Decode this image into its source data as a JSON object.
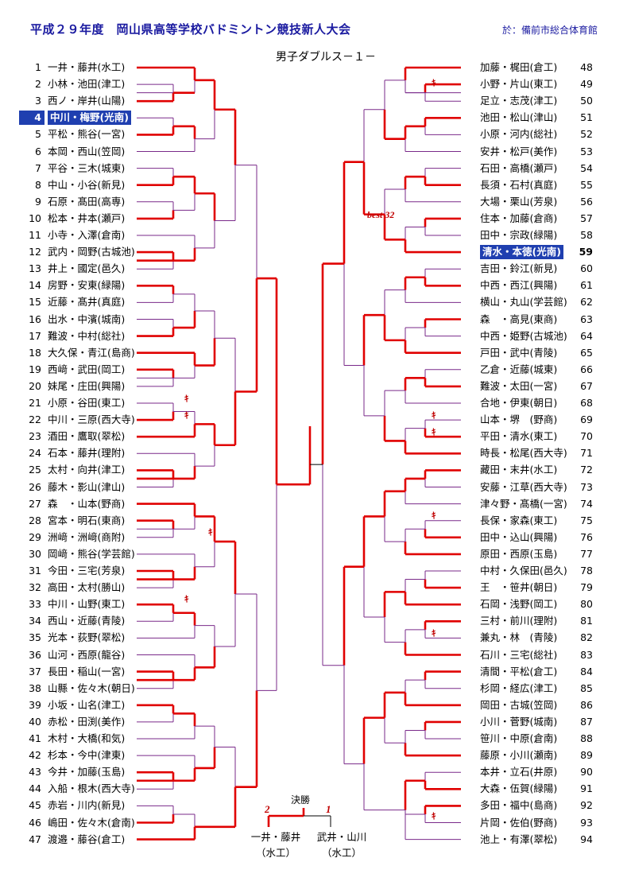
{
  "header": {
    "tournament_title": "平成２９年度　岡山県高等学校バドミントン競技新人大会",
    "venue": "於：備前市総合体育館",
    "event_title": "男子ダブルス－１－"
  },
  "left_entries": [
    {
      "num": "1",
      "name": "一井・藤井(水工)"
    },
    {
      "num": "2",
      "name": "小林・池田(津工)"
    },
    {
      "num": "3",
      "name": "西ノ・岸井(山陽)"
    },
    {
      "num": "4",
      "name": "中川・梅野(光南)",
      "highlight": true
    },
    {
      "num": "5",
      "name": "平松・熊谷(一宮)"
    },
    {
      "num": "6",
      "name": "本岡・西山(笠岡)"
    },
    {
      "num": "7",
      "name": "平谷・三木(城東)"
    },
    {
      "num": "8",
      "name": "中山・小谷(新見)"
    },
    {
      "num": "9",
      "name": "石原・髙田(高専)"
    },
    {
      "num": "10",
      "name": "松本・井本(瀬戸)"
    },
    {
      "num": "11",
      "name": "小寺・入澤(倉南)"
    },
    {
      "num": "12",
      "name": "武内・岡野(古城池)"
    },
    {
      "num": "13",
      "name": "井上・國定(邑久)"
    },
    {
      "num": "14",
      "name": "房野・安東(緑陽)"
    },
    {
      "num": "15",
      "name": "近藤・髙井(真庭)"
    },
    {
      "num": "16",
      "name": "出水・中濱(城南)"
    },
    {
      "num": "17",
      "name": "難波・中村(総社)"
    },
    {
      "num": "18",
      "name": "大久保・青江(島商)"
    },
    {
      "num": "19",
      "name": "西﨑・武田(岡工)"
    },
    {
      "num": "20",
      "name": "妹尾・庄田(興陽)"
    },
    {
      "num": "21",
      "name": "小原・谷田(東工)"
    },
    {
      "num": "22",
      "name": "中川・三原(西大寺)"
    },
    {
      "num": "23",
      "name": "酒田・鷹取(翠松)"
    },
    {
      "num": "24",
      "name": "石本・藤井(理附)"
    },
    {
      "num": "25",
      "name": "太村・向井(津工)"
    },
    {
      "num": "26",
      "name": "藤木・影山(津山)"
    },
    {
      "num": "27",
      "name": "森　・山本(野商)"
    },
    {
      "num": "28",
      "name": "宮本・明石(東商)"
    },
    {
      "num": "29",
      "name": "洲﨑・洲﨑(商附)"
    },
    {
      "num": "30",
      "name": "岡﨑・熊谷(学芸館)"
    },
    {
      "num": "31",
      "name": "今田・三宅(芳泉)"
    },
    {
      "num": "32",
      "name": "高田・太村(勝山)"
    },
    {
      "num": "33",
      "name": "中川・山野(東工)"
    },
    {
      "num": "34",
      "name": "西山・近藤(青陵)"
    },
    {
      "num": "35",
      "name": "光本・荻野(翠松)"
    },
    {
      "num": "36",
      "name": "山河・西原(龍谷)"
    },
    {
      "num": "37",
      "name": "長田・稲山(一宮)"
    },
    {
      "num": "38",
      "name": "山縣・佐々木(朝日)"
    },
    {
      "num": "39",
      "name": "小坂・山名(津工)"
    },
    {
      "num": "40",
      "name": "赤松・田渕(美作)"
    },
    {
      "num": "41",
      "name": "木村・大橋(和気)"
    },
    {
      "num": "42",
      "name": "杉本・今中(津東)"
    },
    {
      "num": "43",
      "name": "今井・加藤(玉島)"
    },
    {
      "num": "44",
      "name": "入船・根木(西大寺)"
    },
    {
      "num": "45",
      "name": "赤岩・川内(新見)"
    },
    {
      "num": "46",
      "name": "嶋田・佐々木(倉南)"
    },
    {
      "num": "47",
      "name": "渡邉・藤谷(倉工)"
    }
  ],
  "right_entries": [
    {
      "num": "48",
      "name": "加藤・梶田(倉工)"
    },
    {
      "num": "49",
      "name": "小野・片山(東工)"
    },
    {
      "num": "50",
      "name": "足立・志茂(津工)"
    },
    {
      "num": "51",
      "name": "池田・松山(津山)"
    },
    {
      "num": "52",
      "name": "小原・河内(総社)"
    },
    {
      "num": "53",
      "name": "安井・松戸(美作)"
    },
    {
      "num": "54",
      "name": "石田・高橋(瀬戸)"
    },
    {
      "num": "55",
      "name": "長須・石村(真庭)"
    },
    {
      "num": "56",
      "name": "大場・栗山(芳泉)"
    },
    {
      "num": "57",
      "name": "住本・加藤(倉商)"
    },
    {
      "num": "58",
      "name": "田中・宗政(緑陽)"
    },
    {
      "num": "59",
      "name": "清水・本徳(光南)",
      "highlight": true
    },
    {
      "num": "60",
      "name": "吉田・鈴江(新見)"
    },
    {
      "num": "61",
      "name": "中西・西江(興陽)"
    },
    {
      "num": "62",
      "name": "横山・丸山(学芸館)"
    },
    {
      "num": "63",
      "name": "森　・高見(東商)"
    },
    {
      "num": "64",
      "name": "中西・姫野(古城池)"
    },
    {
      "num": "65",
      "name": "戸田・武中(青陵)"
    },
    {
      "num": "66",
      "name": "乙倉・近藤(城東)"
    },
    {
      "num": "67",
      "name": "難波・太田(一宮)"
    },
    {
      "num": "68",
      "name": "合地・伊東(朝日)"
    },
    {
      "num": "69",
      "name": "山本・堺　(野商)"
    },
    {
      "num": "70",
      "name": "平田・清水(東工)"
    },
    {
      "num": "71",
      "name": "時長・松尾(西大寺)"
    },
    {
      "num": "72",
      "name": "藏田・末井(水工)"
    },
    {
      "num": "73",
      "name": "安藤・江草(西大寺)"
    },
    {
      "num": "74",
      "name": "津々野・髙橋(一宮)"
    },
    {
      "num": "75",
      "name": "長保・家森(東工)"
    },
    {
      "num": "76",
      "name": "田中・込山(興陽)"
    },
    {
      "num": "77",
      "name": "原田・西原(玉島)"
    },
    {
      "num": "78",
      "name": "中村・久保田(邑久)"
    },
    {
      "num": "79",
      "name": "王　・笹井(朝日)"
    },
    {
      "num": "80",
      "name": "石岡・浅野(岡工)"
    },
    {
      "num": "81",
      "name": "三村・前川(理附)"
    },
    {
      "num": "82",
      "name": "兼丸・林　(青陵)"
    },
    {
      "num": "83",
      "name": "石川・三宅(総社)"
    },
    {
      "num": "84",
      "name": "清間・平松(倉工)"
    },
    {
      "num": "85",
      "name": "杉岡・経広(津工)"
    },
    {
      "num": "86",
      "name": "岡田・古城(笠岡)"
    },
    {
      "num": "87",
      "name": "小川・菅野(城南)"
    },
    {
      "num": "88",
      "name": "笹川・中原(倉南)"
    },
    {
      "num": "89",
      "name": "藤原・小川(瀬南)"
    },
    {
      "num": "90",
      "name": "本井・立石(井原)"
    },
    {
      "num": "91",
      "name": "大森・伍賀(緑陽)"
    },
    {
      "num": "92",
      "name": "多田・福中(島商)"
    },
    {
      "num": "93",
      "name": "片岡・佐伯(野商)"
    },
    {
      "num": "94",
      "name": "池上・有澤(翠松)"
    }
  ],
  "labels": {
    "best": "best 32",
    "final": "決勝",
    "forfeit_mark": "ｷ"
  },
  "final": {
    "score_left": "2",
    "score_right": "1",
    "left_name": "一井・藤井",
    "left_school": "（水工）",
    "right_name": "武井・山川",
    "right_school": "（水工）"
  },
  "colors": {
    "winner_line": "#e00000",
    "loser_line": "#7a2a8a",
    "final_line": "#000000",
    "highlight_bg": "#1f3fb0",
    "title": "#1a1aa0"
  }
}
